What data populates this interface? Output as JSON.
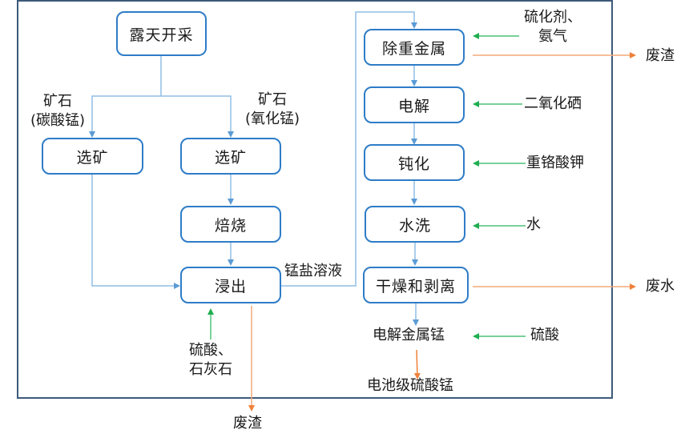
{
  "diagram": {
    "title": "",
    "colors": {
      "frame": "#3d5a7a",
      "box_border": "#2e7cc7",
      "flow_line": "#8fbde6",
      "input_arrow": "#27b35a",
      "output_arrow": "#f28c4a"
    },
    "boxes": {
      "open_pit_mining": "露天开采",
      "beneficiation_carbonate": "选矿",
      "beneficiation_oxide": "选矿",
      "roasting": "焙烧",
      "leaching": "浸出",
      "heavy_metal_removal": "除重金属",
      "electrolysis": "电解",
      "passivation": "钝化",
      "water_washing": "水洗",
      "drying_stripping": "干燥和剥离"
    },
    "labels": {
      "ore_carbonate_line1": "矿石",
      "ore_carbonate_line2": "(碳酸锰)",
      "ore_oxide_line1": "矿石",
      "ore_oxide_line2": "(氧化锰)",
      "manganese_salt_solution": "锰盐溶液",
      "leach_input_line1": "硫酸、",
      "leach_input_line2": "石灰石",
      "leach_waste": "废渣",
      "heavy_metal_input_line1": "硫化剂、",
      "heavy_metal_input_line2": "氨气",
      "heavy_metal_waste": "废渣",
      "electrolysis_input": "二氧化硒",
      "passivation_input": "重铬酸钾",
      "washing_input": "水",
      "drying_waste": "废水",
      "electrolytic_manganese": "电解金属锰",
      "sulfuric_acid": "硫酸",
      "battery_grade_mnso4": "电池级硫酸锰"
    }
  }
}
